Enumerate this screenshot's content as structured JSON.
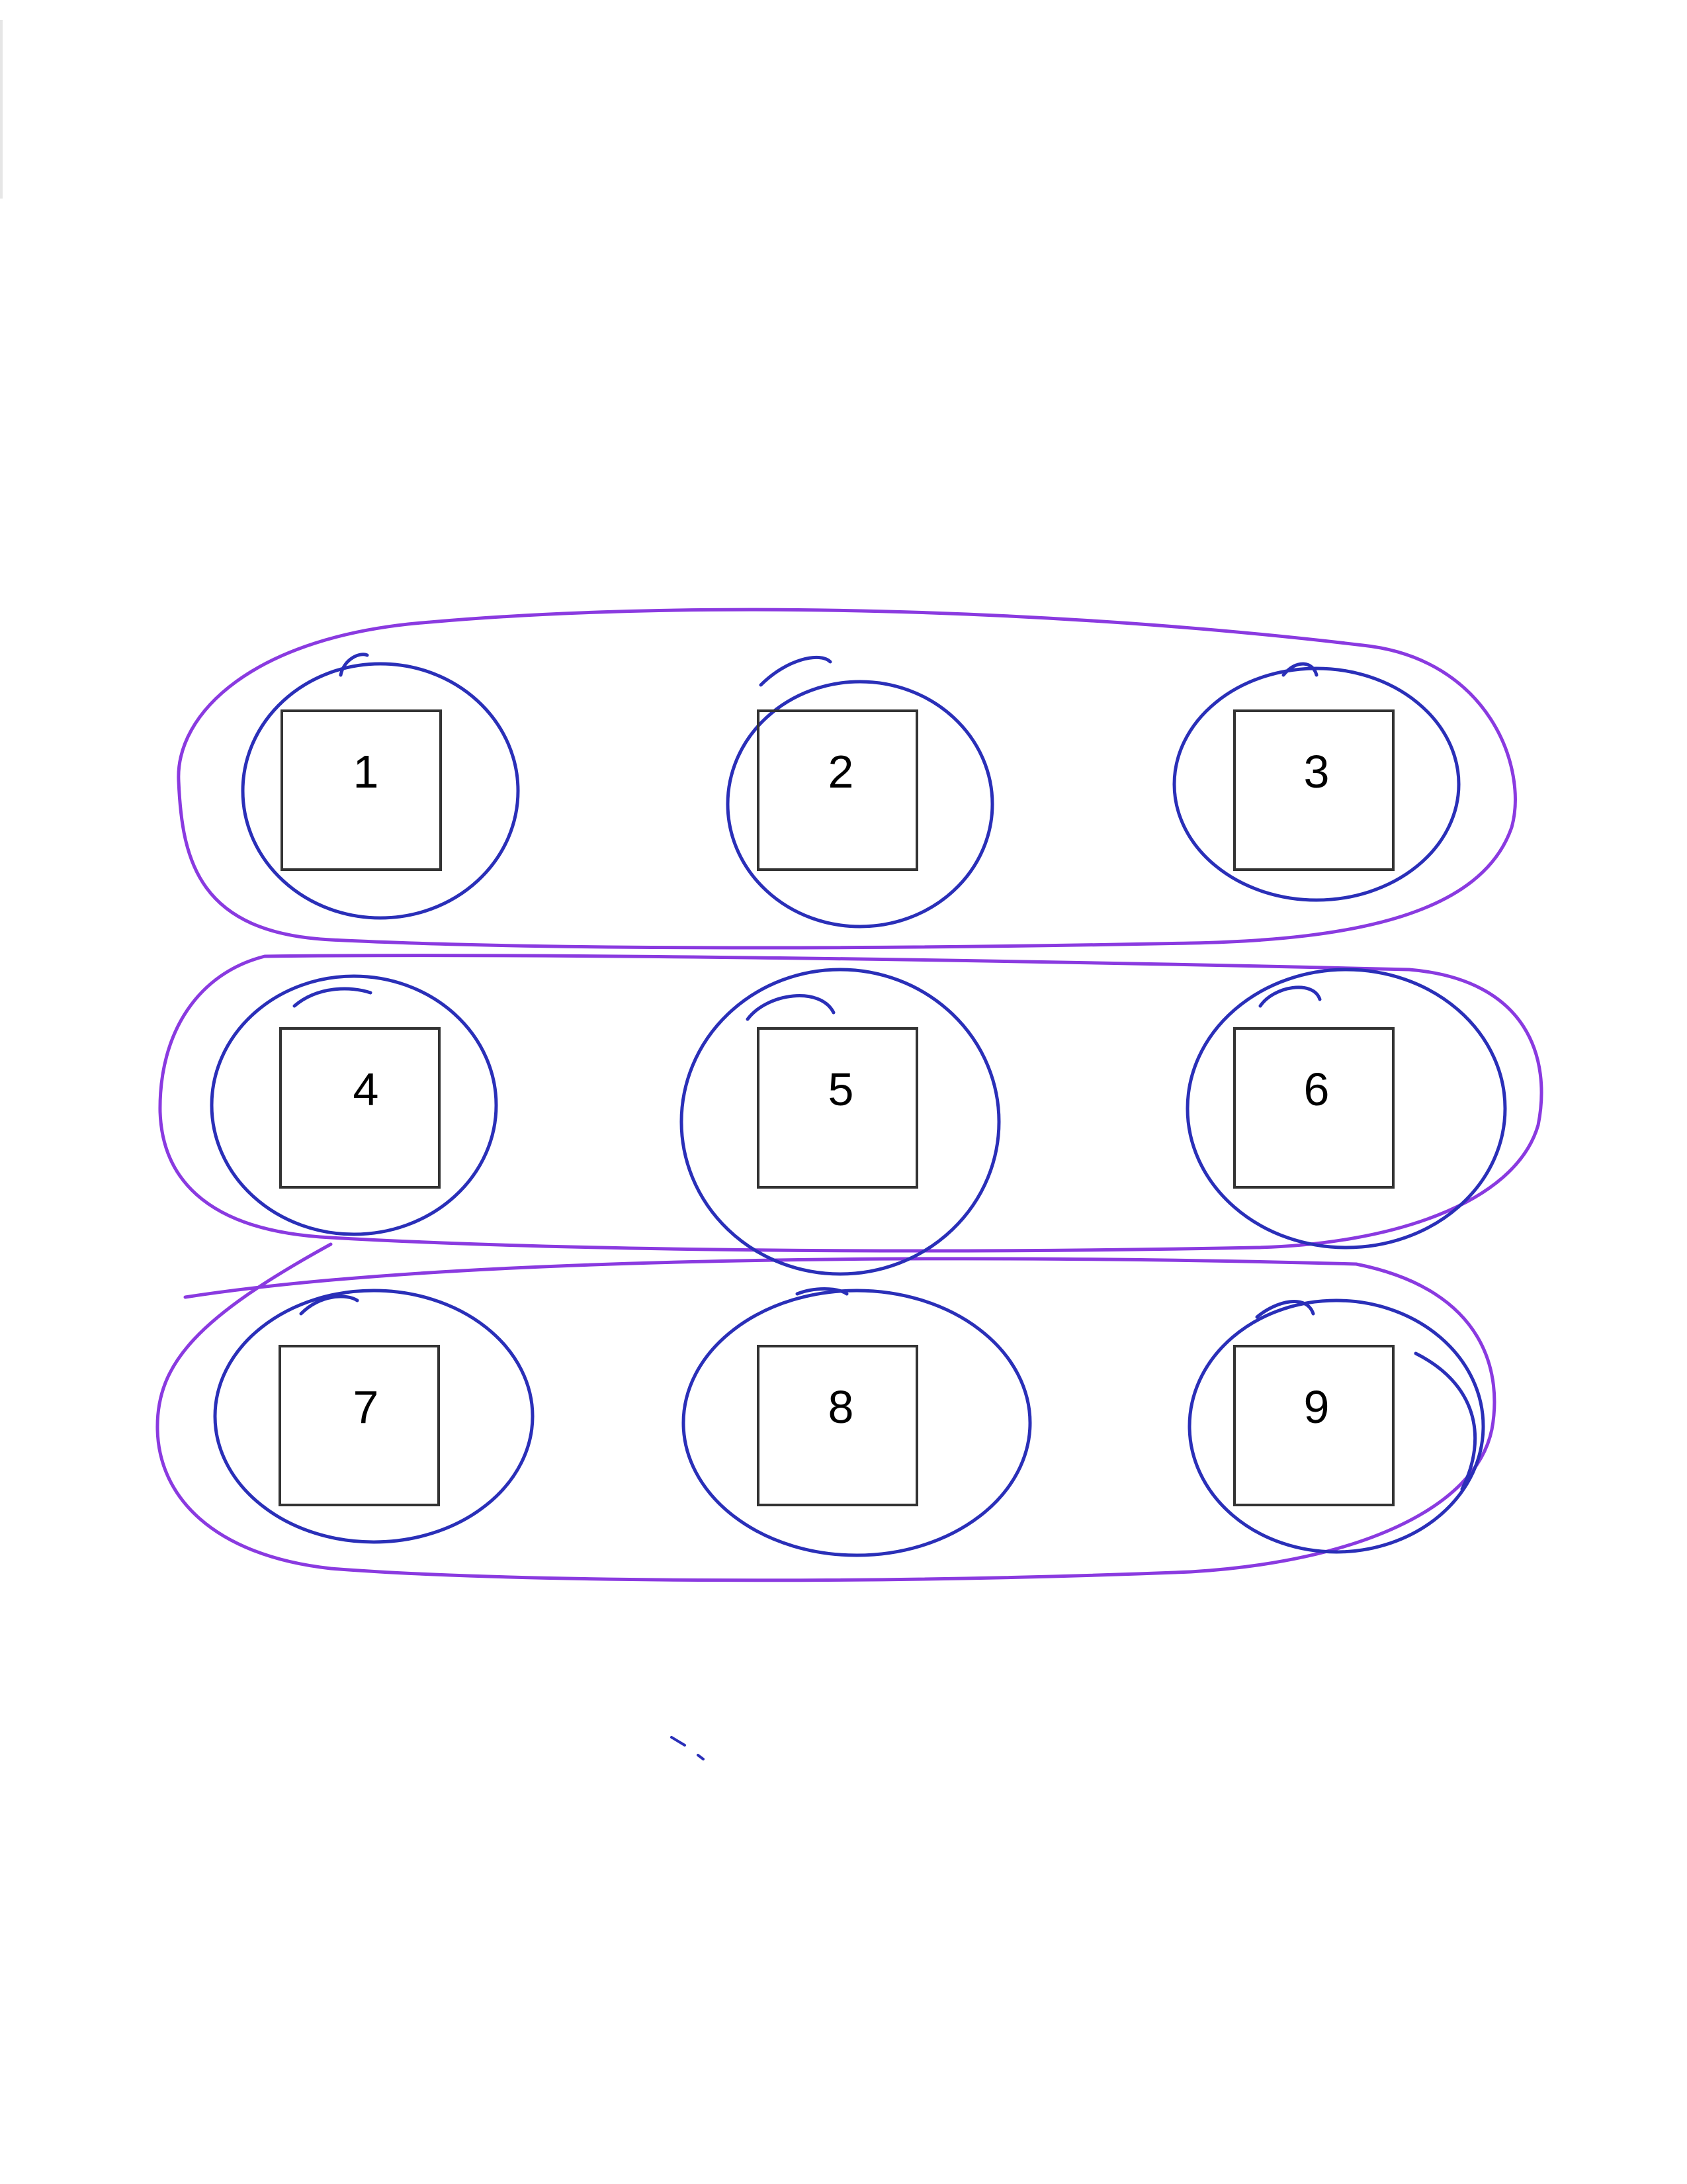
{
  "colors": {
    "background": "#ffffff",
    "box_stroke": "#333333",
    "inner_circle": "#2a2fb8",
    "outer_loop": "#8a3ae0"
  },
  "boxes": [
    {
      "label": "1"
    },
    {
      "label": "2"
    },
    {
      "label": "3"
    },
    {
      "label": "4"
    },
    {
      "label": "5"
    },
    {
      "label": "6"
    },
    {
      "label": "7"
    },
    {
      "label": "8"
    },
    {
      "label": "9"
    }
  ]
}
